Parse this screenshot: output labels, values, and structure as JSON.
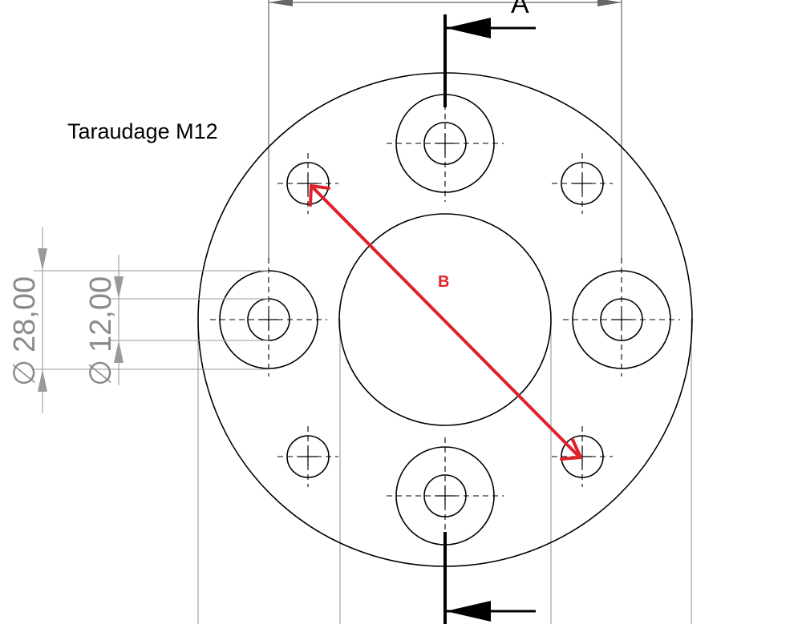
{
  "annotations": {
    "thread_note": "Taraudage M12",
    "section_label": "A",
    "measure_label": "B"
  },
  "dimensions": {
    "outer_diameter": "28,00",
    "inner_diameter": "12,00",
    "diameter_symbol": "∅"
  },
  "colors": {
    "ink": "#000000",
    "dimension_gray": "#8a8a8a",
    "markup_red": "#e0202a"
  }
}
